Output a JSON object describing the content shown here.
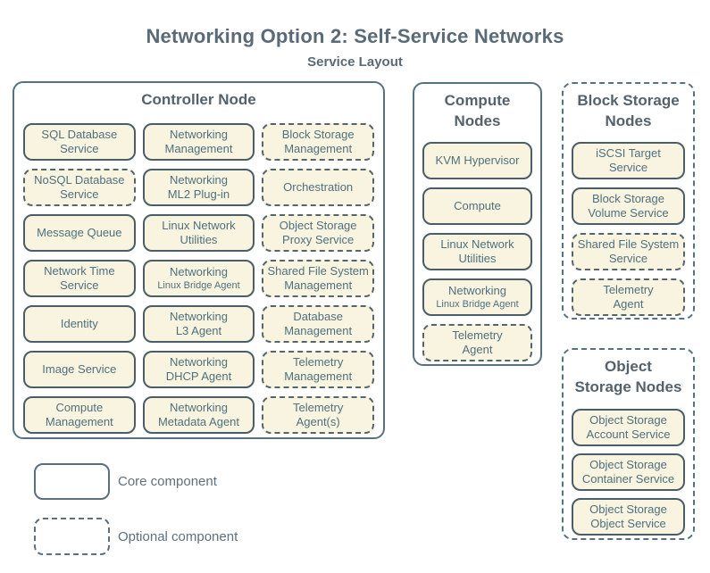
{
  "page": {
    "title": "Networking Option 2: Self-Service Networks",
    "subtitle": "Service Layout"
  },
  "colors": {
    "background": "#ffffff",
    "box_fill": "#f9f4df",
    "box_border_core": "#4a5d68",
    "box_border_optional": "#55656e",
    "container_border": "#587181",
    "heading_text": "#54626d",
    "box_text": "#4f707f",
    "title_text": "#5a6a76",
    "legend_text": "#606f7b"
  },
  "groups": [
    {
      "title": "Controller Node",
      "optional": false,
      "services": [
        {
          "label": "SQL Database\nService",
          "optional": false
        },
        {
          "label": "Networking\nManagement",
          "optional": false
        },
        {
          "label": "Block Storage\nManagement",
          "optional": true
        },
        {
          "label": "NoSQL Database\nService",
          "optional": true
        },
        {
          "label": "Networking\nML2 Plug-in",
          "optional": false
        },
        {
          "label": "Orchestration",
          "optional": true
        },
        {
          "label": "Message Queue",
          "optional": false
        },
        {
          "label": "Linux Network\nUtilities",
          "optional": false
        },
        {
          "label": "Object Storage\nProxy Service",
          "optional": true
        },
        {
          "label": "Network Time\nService",
          "optional": false
        },
        {
          "label": "Networking",
          "sublabel": "Linux Bridge Agent",
          "optional": false
        },
        {
          "label": "Shared File System\nManagement",
          "optional": true
        },
        {
          "label": "Identity",
          "optional": false
        },
        {
          "label": "Networking\nL3 Agent",
          "optional": false
        },
        {
          "label": "Database\nManagement",
          "optional": true
        },
        {
          "label": "Image Service",
          "optional": false
        },
        {
          "label": "Networking\nDHCP Agent",
          "optional": false
        },
        {
          "label": "Telemetry\nManagement",
          "optional": true
        },
        {
          "label": "Compute\nManagement",
          "optional": false
        },
        {
          "label": "Networking\nMetadata Agent",
          "optional": false
        },
        {
          "label": "Telemetry\nAgent(s)",
          "optional": true
        }
      ]
    },
    {
      "title": "Compute\nNodes",
      "optional": false,
      "services": [
        {
          "label": "KVM Hypervisor",
          "optional": false
        },
        {
          "label": "Compute",
          "optional": false
        },
        {
          "label": "Linux Network\nUtilities",
          "optional": false
        },
        {
          "label": "Networking",
          "sublabel": "Linux Bridge Agent",
          "optional": false
        },
        {
          "label": "Telemetry\nAgent",
          "optional": true
        }
      ]
    },
    {
      "title": "Block Storage\nNodes",
      "optional": true,
      "services": [
        {
          "label": "iSCSI Target\nService",
          "optional": false
        },
        {
          "label": "Block Storage\nVolume Service",
          "optional": false
        },
        {
          "label": "Shared File System\nService",
          "optional": true
        },
        {
          "label": "Telemetry\nAgent",
          "optional": true
        }
      ]
    },
    {
      "title": "Object\nStorage Nodes",
      "optional": true,
      "services": [
        {
          "label": "Object Storage\nAccount Service",
          "optional": false
        },
        {
          "label": "Object Storage\nContainer Service",
          "optional": false
        },
        {
          "label": "Object Storage\nObject Service",
          "optional": false
        }
      ]
    }
  ],
  "legend": [
    {
      "label": "Core component",
      "style": "core"
    },
    {
      "label": "Optional component",
      "style": "optional"
    }
  ]
}
